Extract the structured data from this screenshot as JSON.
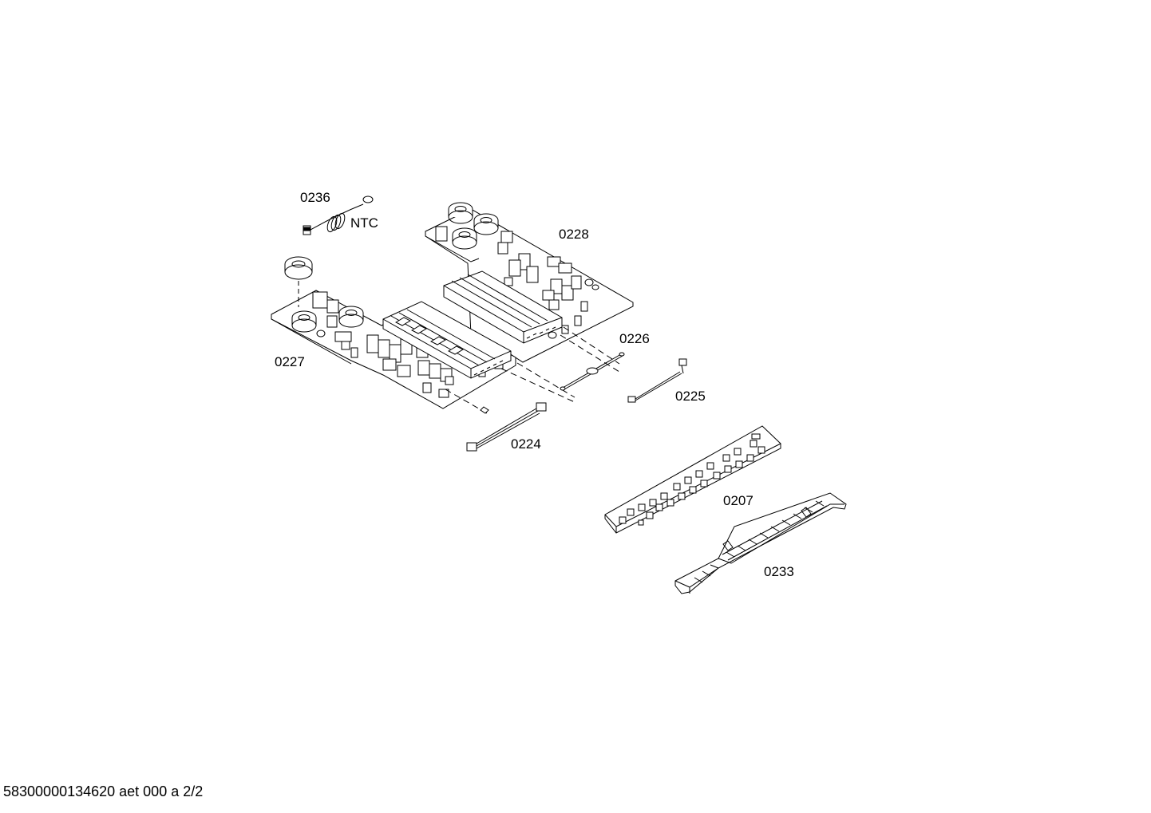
{
  "diagram": {
    "labels": {
      "p0236": "0236",
      "ntc": "NTC",
      "p0228": "0228",
      "p0227": "0227",
      "p0226": "0226",
      "p0225": "0225",
      "p0224": "0224",
      "p0207": "0207",
      "p0233": "0233"
    },
    "footer": "58300000134620 aet 000 a 2/2",
    "line_color": "#000000",
    "background": "#ffffff"
  }
}
